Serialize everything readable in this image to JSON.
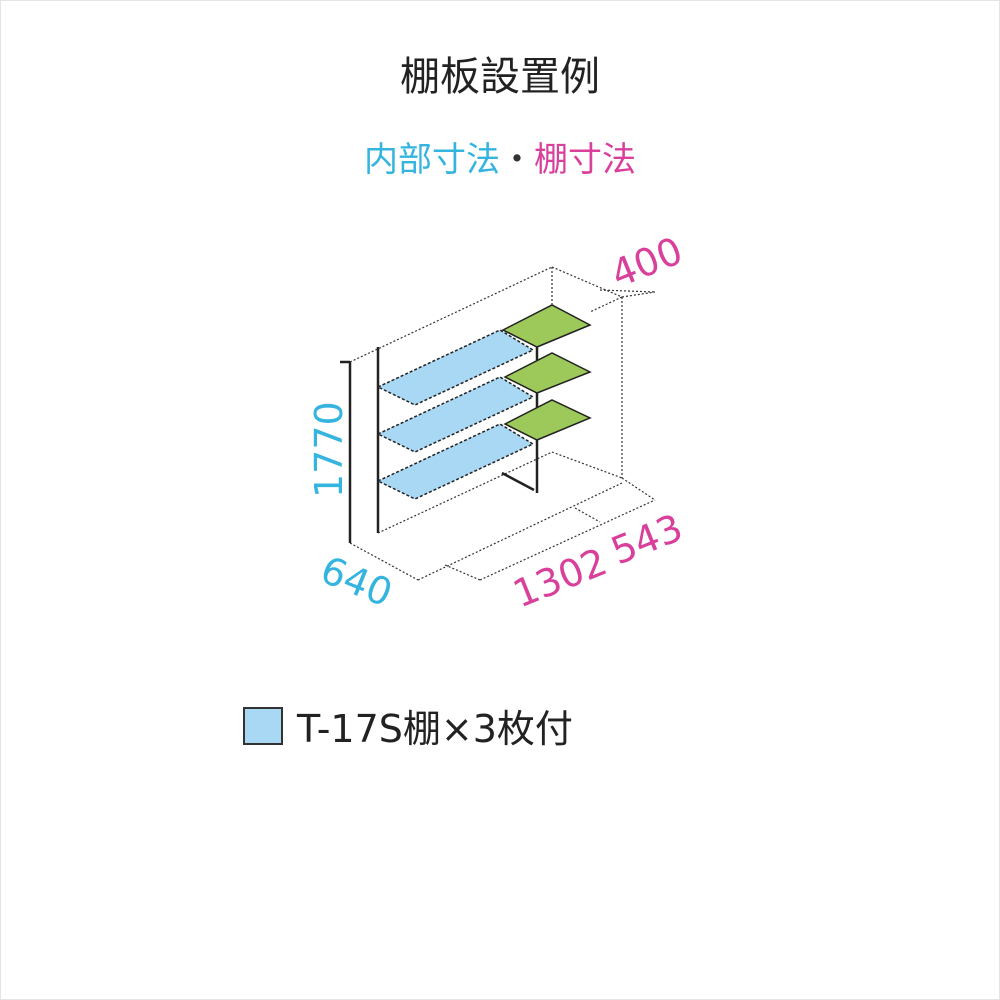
{
  "title": "棚板設置例",
  "subtitle": {
    "inner": "内部寸法",
    "separator": "・",
    "shelf": "棚寸法"
  },
  "dimensions": {
    "height": "1770",
    "depth": "640",
    "width": "1302",
    "shelf_depth_top": "400",
    "shelf_depth_bottom": "543"
  },
  "legend": {
    "label": "T-17S棚×3枚付"
  },
  "colors": {
    "inner": "#35b4df",
    "shelf": "#d8409c",
    "blue_shelf": "#a9d8f4",
    "green_shelf": "#9cc95a"
  }
}
